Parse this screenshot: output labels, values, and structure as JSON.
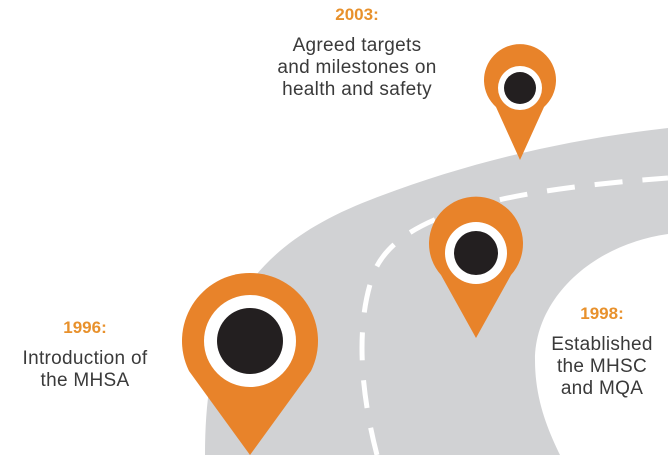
{
  "colors": {
    "road": "#D1D2D4",
    "road_dashes": "#FFFFFF",
    "pin": "#E8832A",
    "pin_ring": "#FFFFFF",
    "pin_core": "#231F20",
    "year_text": "#E8912C",
    "body_text": "#3A3A3A"
  },
  "milestones": [
    {
      "id": "2003",
      "year": "2003:",
      "description": "Agreed targets\nand milestones on\nhealth and safety"
    },
    {
      "id": "1996",
      "year": "1996:",
      "description": "Introduction of\nthe MHSA"
    },
    {
      "id": "1998",
      "year": "1998:",
      "description": "Established\nthe MHSC\nand MQA"
    }
  ],
  "icons": [
    "map-pin-icon",
    "map-pin-icon",
    "map-pin-icon"
  ]
}
